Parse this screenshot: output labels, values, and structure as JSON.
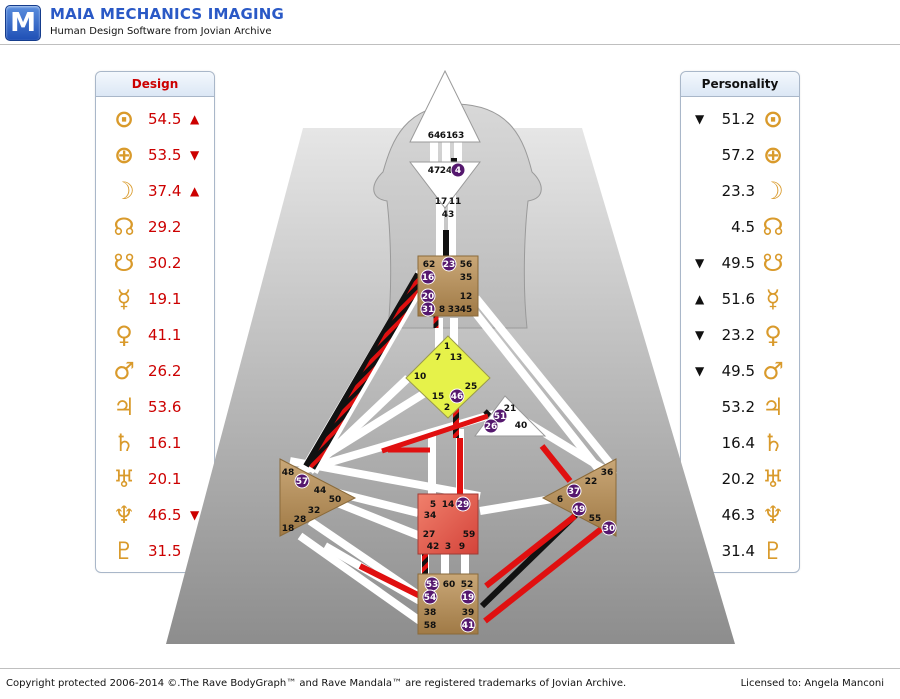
{
  "header": {
    "logo_letter": "M",
    "title": "MAIA MECHANICS IMAGING",
    "subtitle": "Human Design Software from Jovian Archive"
  },
  "footer": {
    "copyright": "Copyright protected 2006-2014 ©.The Rave BodyGraph™ and Rave Mandala™ are registered trademarks of Jovian Archive.",
    "license": "Licensed to: Angela Manconi"
  },
  "design": {
    "title": "Design",
    "rows": [
      {
        "planet": "sun",
        "value": "54.5",
        "arrow": "▲"
      },
      {
        "planet": "earth",
        "value": "53.5",
        "arrow": "▼"
      },
      {
        "planet": "moon",
        "value": "37.4",
        "arrow": "▲"
      },
      {
        "planet": "north-node",
        "value": "29.2",
        "arrow": ""
      },
      {
        "planet": "south-node",
        "value": "30.2",
        "arrow": ""
      },
      {
        "planet": "mercury",
        "value": "19.1",
        "arrow": ""
      },
      {
        "planet": "venus",
        "value": "41.1",
        "arrow": ""
      },
      {
        "planet": "mars",
        "value": "26.2",
        "arrow": ""
      },
      {
        "planet": "jupiter",
        "value": "53.6",
        "arrow": ""
      },
      {
        "planet": "saturn",
        "value": "16.1",
        "arrow": ""
      },
      {
        "planet": "uranus",
        "value": "20.1",
        "arrow": ""
      },
      {
        "planet": "neptune",
        "value": "46.5",
        "arrow": "▼"
      },
      {
        "planet": "pluto",
        "value": "31.5",
        "arrow": "▲"
      }
    ]
  },
  "personality": {
    "title": "Personality",
    "rows": [
      {
        "planet": "sun",
        "value": "51.2",
        "arrow": "▼"
      },
      {
        "planet": "earth",
        "value": "57.2",
        "arrow": ""
      },
      {
        "planet": "moon",
        "value": "23.3",
        "arrow": ""
      },
      {
        "planet": "north-node",
        "value": "4.5",
        "arrow": ""
      },
      {
        "planet": "south-node",
        "value": "49.5",
        "arrow": "▼"
      },
      {
        "planet": "mercury",
        "value": "51.6",
        "arrow": "▲"
      },
      {
        "planet": "venus",
        "value": "23.2",
        "arrow": "▼"
      },
      {
        "planet": "mars",
        "value": "49.5",
        "arrow": "▼"
      },
      {
        "planet": "jupiter",
        "value": "53.2",
        "arrow": ""
      },
      {
        "planet": "saturn",
        "value": "16.4",
        "arrow": ""
      },
      {
        "planet": "uranus",
        "value": "20.2",
        "arrow": ""
      },
      {
        "planet": "neptune",
        "value": "46.3",
        "arrow": ""
      },
      {
        "planet": "pluto",
        "value": "31.4",
        "arrow": ""
      }
    ]
  },
  "colors": {
    "brand": "#2a59c6",
    "design_red": "#cc0000",
    "glyph_gold": "#d99a2b",
    "active_gate": "#55186e",
    "center_tan": "#b48a55",
    "root_red": "#e05a4e",
    "g_center_yellow": "#e6f24a"
  },
  "bodygraph": {
    "centers": {
      "head": {
        "gates": [
          "64",
          "61",
          "63"
        ]
      },
      "ajna": {
        "gates": [
          "47",
          "24",
          "4"
        ]
      },
      "throat": {
        "gates": [
          "62",
          "23",
          "56",
          "16",
          "35",
          "12",
          "20",
          "31",
          "8",
          "33",
          "45"
        ]
      },
      "g": {
        "gates": [
          "1",
          "7",
          "13",
          "10",
          "25",
          "15",
          "46",
          "2"
        ]
      },
      "ego": {
        "gates": [
          "21",
          "51",
          "26",
          "40"
        ]
      },
      "spleen": {
        "gates": [
          "48",
          "57",
          "44",
          "50",
          "32",
          "28",
          "18"
        ]
      },
      "sacral": {
        "gates": [
          "5",
          "14",
          "29",
          "34",
          "27",
          "59",
          "42",
          "3",
          "9"
        ]
      },
      "solar_plexus": {
        "gates": [
          "36",
          "22",
          "37",
          "6",
          "49",
          "55",
          "30"
        ]
      },
      "root": {
        "gates": [
          "53",
          "60",
          "52",
          "54",
          "19",
          "38",
          "39",
          "58",
          "41"
        ]
      },
      "ajna_channel_gates": [
        "17",
        "11",
        "43"
      ]
    },
    "active_gates": [
      "4",
      "23",
      "16",
      "20",
      "31",
      "46",
      "51",
      "26",
      "57",
      "29",
      "37",
      "49",
      "30",
      "53",
      "54",
      "19",
      "41"
    ]
  }
}
